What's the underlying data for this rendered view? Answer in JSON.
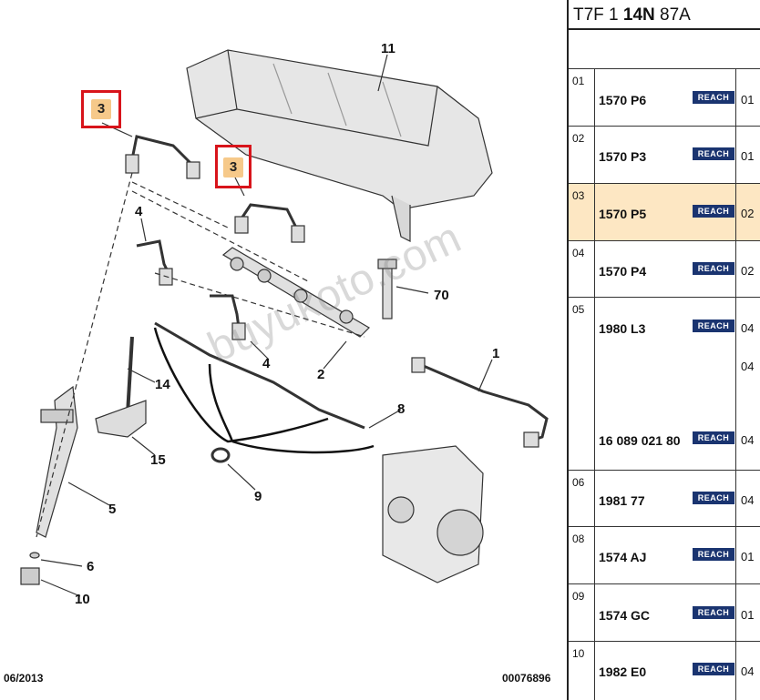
{
  "diagram": {
    "highlighted_callout": "3",
    "callouts": [
      "11",
      "3",
      "3",
      "4",
      "70",
      "1",
      "4",
      "14",
      "2",
      "8",
      "15",
      "9",
      "5",
      "6",
      "10"
    ],
    "watermark": "buyukoto.com",
    "date": "06/2013",
    "code": "00076896"
  },
  "panel": {
    "title_prefix": "T7F 1 ",
    "title_bold": "14N",
    "title_suffix": " 87A",
    "rows": [
      {
        "index": "01",
        "parts": [
          {
            "ref": "1570 P6",
            "badge": "REACH",
            "qty": "01"
          }
        ],
        "active": false
      },
      {
        "index": "02",
        "parts": [
          {
            "ref": "1570 P3",
            "badge": "REACH",
            "qty": "01"
          }
        ],
        "active": false
      },
      {
        "index": "03",
        "parts": [
          {
            "ref": "1570 P5",
            "badge": "REACH",
            "qty": "02"
          }
        ],
        "active": true
      },
      {
        "index": "04",
        "parts": [
          {
            "ref": "1570 P4",
            "badge": "REACH",
            "qty": "02"
          }
        ],
        "active": false
      },
      {
        "index": "05",
        "parts": [
          {
            "ref": "1980 L3",
            "badge": "REACH",
            "qty": "04"
          },
          {
            "ref": "",
            "badge": "",
            "qty": "04"
          },
          {
            "ref": "16 089 021 80",
            "badge": "REACH",
            "qty": "04"
          }
        ],
        "active": false
      },
      {
        "index": "06",
        "parts": [
          {
            "ref": "1981 77",
            "badge": "REACH",
            "qty": "04"
          }
        ],
        "active": false
      },
      {
        "index": "08",
        "parts": [
          {
            "ref": "1574 AJ",
            "badge": "REACH",
            "qty": "01"
          }
        ],
        "active": false
      },
      {
        "index": "09",
        "parts": [
          {
            "ref": "1574 GC",
            "badge": "REACH",
            "qty": "01"
          }
        ],
        "active": false
      },
      {
        "index": "10",
        "parts": [
          {
            "ref": "1982 E0",
            "badge": "REACH",
            "qty": "04"
          }
        ],
        "active": false
      }
    ]
  }
}
